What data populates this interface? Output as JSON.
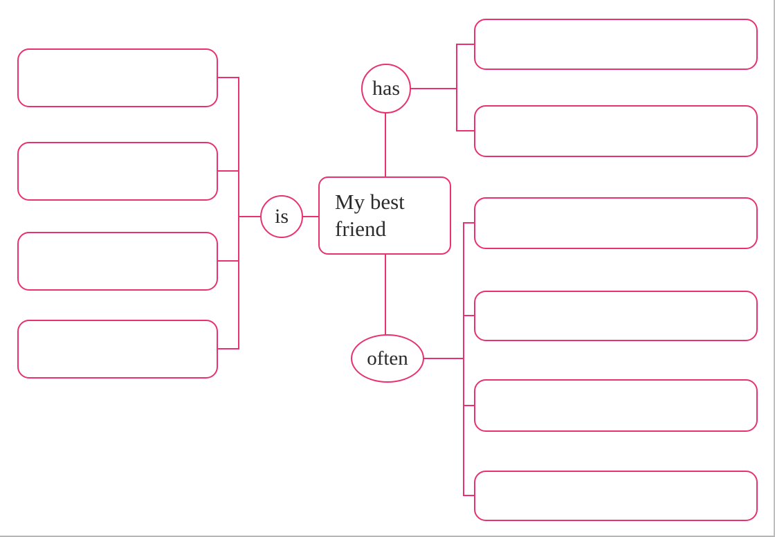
{
  "diagram": {
    "center": {
      "text": "My best friend"
    },
    "branches": {
      "is": {
        "label": "is",
        "shape": "circle",
        "box_count": 4
      },
      "has": {
        "label": "has",
        "shape": "circle",
        "box_count": 2
      },
      "often": {
        "label": "often",
        "shape": "ellipse",
        "box_count": 4
      }
    },
    "boxes": {
      "is": [
        "",
        "",
        "",
        ""
      ],
      "has": [
        "",
        ""
      ],
      "often": [
        "",
        "",
        "",
        ""
      ]
    },
    "colors": {
      "line": "#e8316e",
      "text": "#2b2b2b",
      "background": "#ffffff"
    }
  }
}
